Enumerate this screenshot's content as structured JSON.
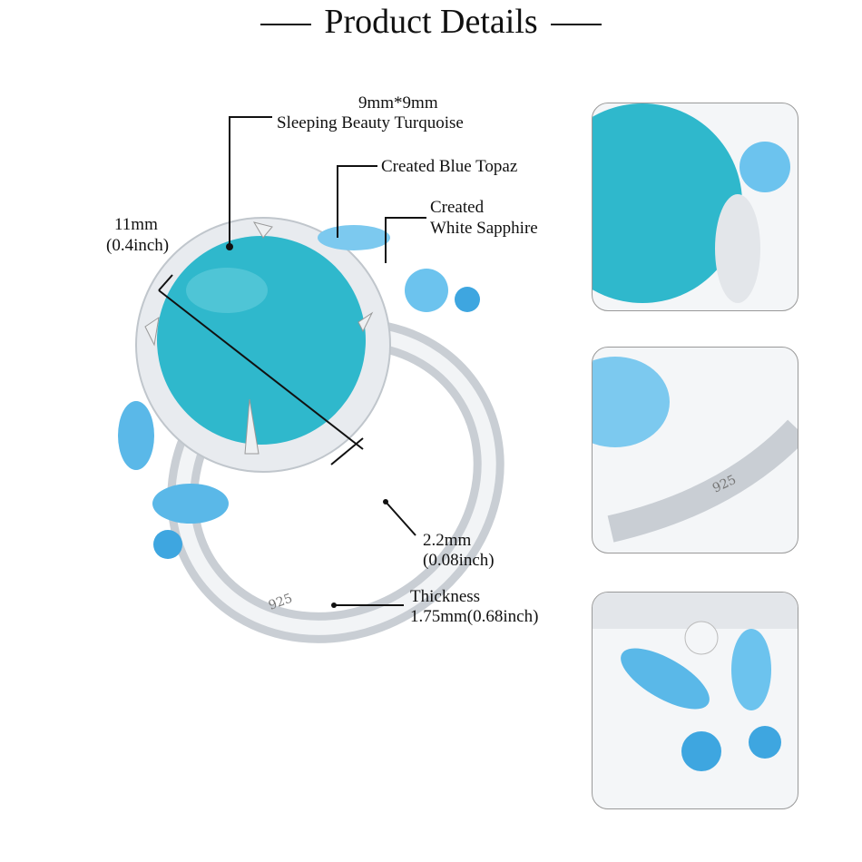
{
  "title": "Product Details",
  "labels": {
    "stone_size": "9mm*9mm",
    "stone_name": "Sleeping Beauty Turquoise",
    "topaz": "Created Blue Topaz",
    "sapphire_line1": "Created",
    "sapphire_line2": "White Sapphire",
    "diameter": "11mm",
    "diameter_inch": "(0.4inch)",
    "band_width": "2.2mm",
    "band_width_inch": "(0.08inch)",
    "thickness": "Thickness",
    "thickness_value": "1.75mm(0.68inch)"
  },
  "engraving": "925",
  "colors": {
    "turquoise": "#2fb8cc",
    "topaz": "#5ab8e8",
    "silver": "#d9dde2"
  }
}
